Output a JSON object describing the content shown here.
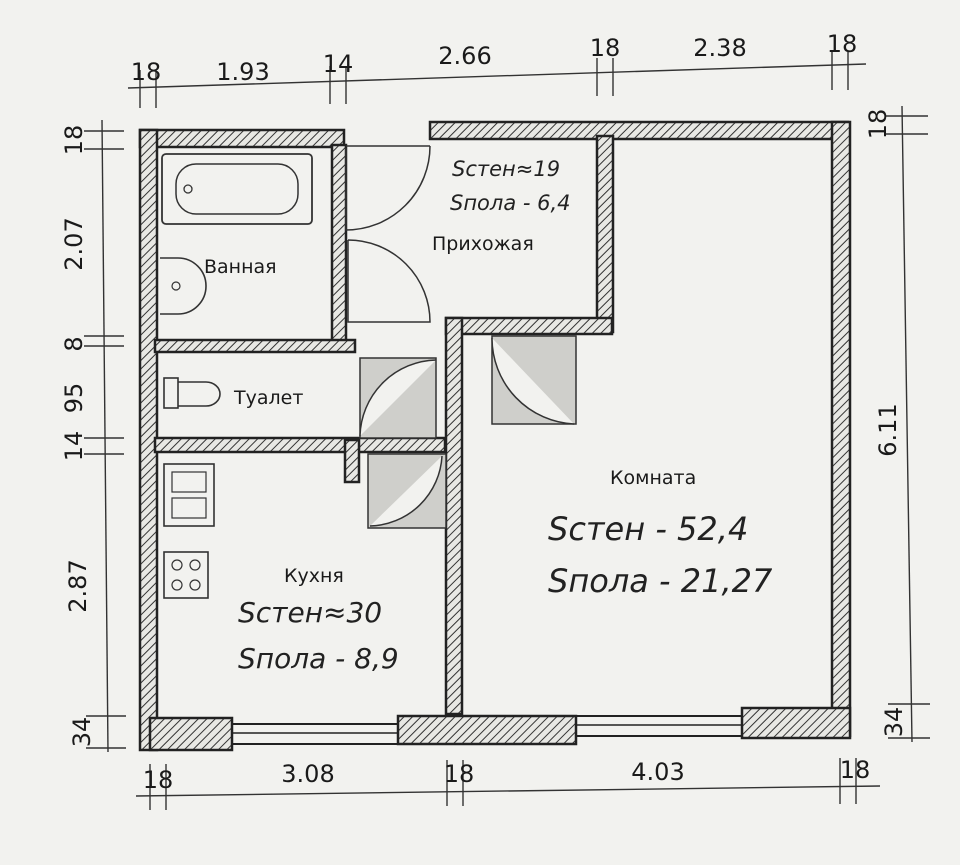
{
  "dims_top": [
    "18",
    "1.93",
    "14",
    "2.66",
    "18",
    "2.38",
    "18"
  ],
  "dims_bottom": [
    "18",
    "3.08",
    "18",
    "4.03",
    "18"
  ],
  "dims_left": [
    "18",
    "2.07",
    "8",
    "14",
    "95",
    "2.87",
    "34"
  ],
  "dims_right": [
    "18",
    "6.11",
    "34"
  ],
  "rooms": {
    "bath": "Ванная",
    "hall": "Прихожая",
    "toilet": "Туалет",
    "kitchen": "Кухня",
    "living": "Комната"
  },
  "notes": {
    "hall_walls": "Sстен≈19",
    "hall_floor": "Sпола - 6,4",
    "kitchen_walls": "Sстен≈30",
    "kitchen_floor": "Sпола - 8,9",
    "living_walls": "Sстен - 52,4",
    "living_floor": "Sпола - 21,27"
  }
}
